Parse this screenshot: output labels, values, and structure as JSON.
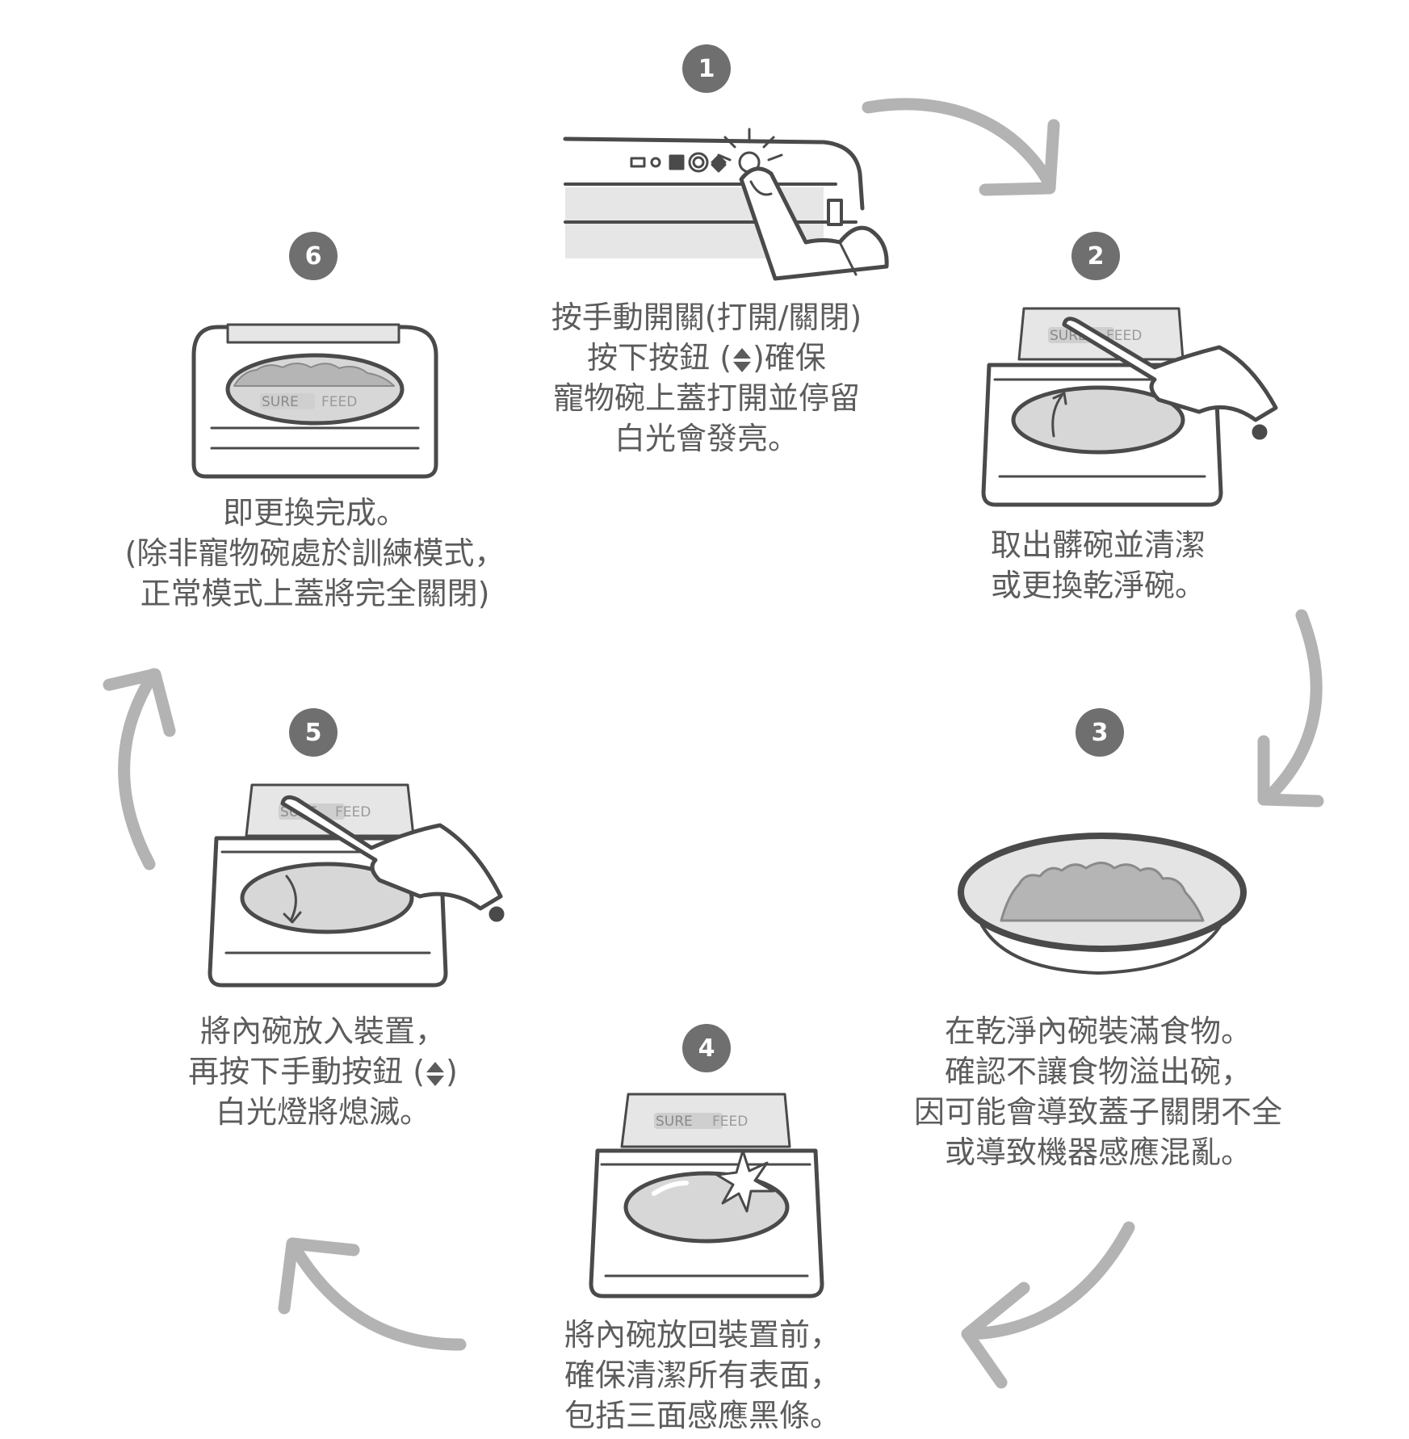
{
  "steps": [
    {
      "number": "1",
      "illustration": "manual-button-press",
      "caption_parts": [
        {
          "text": "按手動開關(打開/關閉)"
        },
        {
          "before": "按下按鈕 (",
          "icon": "up-down-triangle-icon",
          "after": ")確保"
        },
        {
          "text": "寵物碗上蓋打開並停留"
        },
        {
          "text": "白光會發亮。"
        }
      ]
    },
    {
      "number": "2",
      "illustration": "remove-bowl",
      "caption_parts": [
        {
          "text": "取出髒碗並清潔"
        },
        {
          "text": "或更換乾淨碗。"
        }
      ]
    },
    {
      "number": "3",
      "illustration": "bowl-with-food",
      "caption_parts": [
        {
          "text": "在乾淨內碗裝滿食物。"
        },
        {
          "text": "確認不讓食物溢出碗，"
        },
        {
          "text": "因可能會導致蓋子關閉不全"
        },
        {
          "text": "或導致機器感應混亂。"
        }
      ]
    },
    {
      "number": "4",
      "illustration": "clean-surfaces",
      "caption_parts": [
        {
          "text": "將內碗放回裝置前，"
        },
        {
          "text": "確保清潔所有表面，"
        },
        {
          "text": "包括三面感應黑條。"
        }
      ]
    },
    {
      "number": "5",
      "illustration": "insert-bowl",
      "caption_parts": [
        {
          "text": "將內碗放入裝置，"
        },
        {
          "before": "再按下手動按鈕 (",
          "icon": "up-down-triangle-icon",
          "after": ")"
        },
        {
          "text": "白光燈將熄滅。"
        }
      ]
    },
    {
      "number": "6",
      "illustration": "lid-closed",
      "caption_parts": [
        {
          "text": "即更換完成。"
        },
        {
          "text": "(除非寵物碗處於訓練模式，"
        },
        {
          "text": "正常模式上蓋將完全關閉)"
        }
      ]
    }
  ],
  "brand": {
    "sure": "SURE",
    "feed": "FEED"
  },
  "colors": {
    "badge": "#6f6f6f",
    "text": "#5c5c5c",
    "arrow": "#b3b3b3",
    "outline": "#4a4a4a",
    "fill": "#e6e6e6",
    "food": "#b5b5b5"
  }
}
